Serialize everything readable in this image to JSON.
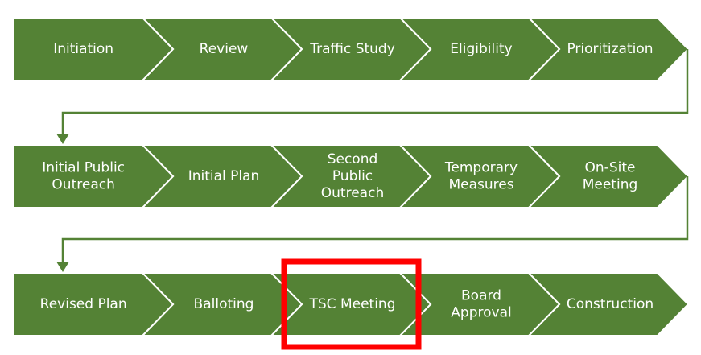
{
  "colors": {
    "step_fill": "#548235",
    "step_border": "#ffffff",
    "connector": "#548235",
    "highlight": "#ff0000",
    "text": "#ffffff"
  },
  "rows": [
    {
      "steps": [
        {
          "lines": [
            "Initiation"
          ]
        },
        {
          "lines": [
            "Review"
          ]
        },
        {
          "lines": [
            "Traffic Study"
          ]
        },
        {
          "lines": [
            "Eligibility"
          ]
        },
        {
          "lines": [
            "Prioritization"
          ]
        }
      ]
    },
    {
      "steps": [
        {
          "lines": [
            "Initial Public",
            "Outreach"
          ]
        },
        {
          "lines": [
            "Initial Plan"
          ]
        },
        {
          "lines": [
            "Second",
            "Public",
            "Outreach"
          ]
        },
        {
          "lines": [
            "Temporary",
            "Measures"
          ]
        },
        {
          "lines": [
            "On-Site",
            "Meeting"
          ]
        }
      ]
    },
    {
      "steps": [
        {
          "lines": [
            "Revised Plan"
          ]
        },
        {
          "lines": [
            "Balloting"
          ]
        },
        {
          "lines": [
            "TSC Meeting"
          ],
          "highlighted": true
        },
        {
          "lines": [
            "Board",
            "Approval"
          ]
        },
        {
          "lines": [
            "Construction"
          ]
        }
      ]
    }
  ]
}
